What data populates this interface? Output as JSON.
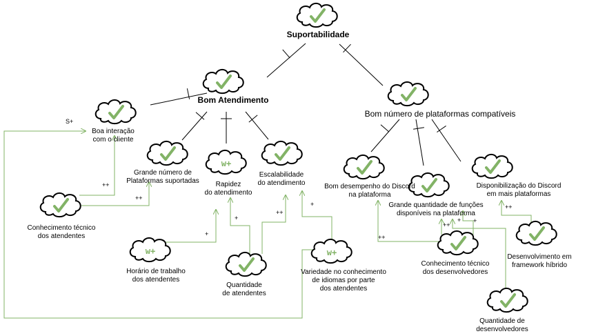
{
  "colors": {
    "link": "#000000",
    "contribution": "#82b366",
    "check": "#82b366",
    "cloud_fill": "#ffffff",
    "cloud_stroke": "#000000"
  },
  "goals": {
    "suportabilidade": {
      "label": "Suportabilidade",
      "marker": "check"
    },
    "bom_atendimento": {
      "label": "Bom Atendimento",
      "marker": "check"
    },
    "plataformas": {
      "label": "Bom número de plataformas compatíveis",
      "marker": "check"
    },
    "boa_interacao": {
      "label": "Boa interação\ncom o cliente",
      "marker": "check"
    },
    "grande_numero": {
      "label": "Grande número de\nPlataformas suportadas",
      "marker": "check"
    },
    "rapidez": {
      "label": "Rapidez\ndo atendimento",
      "marker": "w+"
    },
    "escalabilidade": {
      "label": "Escalabilidade\ndo atendimento",
      "marker": "check"
    },
    "desempenho": {
      "label": "Bom desempenho do Discord\nna plataforma",
      "marker": "check"
    },
    "funcoes": {
      "label": "Grande quantidade de funções\ndisponíveis na plataforma",
      "marker": "check"
    },
    "disponibilizacao": {
      "label": "Disponibilização do Discord\nem mais plataformas",
      "marker": "check"
    },
    "conhecimento_atendentes": {
      "label": "Conhecimento técnico\ndos atendentes",
      "marker": "check"
    },
    "horario": {
      "label": "Horário de trabalho\ndos atendentes",
      "marker": "w+"
    },
    "quantidade_atendentes": {
      "label": "Quantidade\nde atendentes",
      "marker": "check"
    },
    "idiomas": {
      "label": "Variedade no conhecimento\nde idiomas por parte\ndos atendentes",
      "marker": "w+"
    },
    "conhecimento_devs": {
      "label": "Conhecimento técnico\ndos desenvolvedores",
      "marker": "check"
    },
    "framework": {
      "label": "Desenvolvimento em\nframework híbrido",
      "marker": "check"
    },
    "quantidade_devs": {
      "label": "Quantidade de\ndesenvolvedores",
      "marker": "check"
    }
  },
  "contributions": {
    "plus_plus": "++",
    "plus": "+",
    "s_plus": "S+"
  }
}
